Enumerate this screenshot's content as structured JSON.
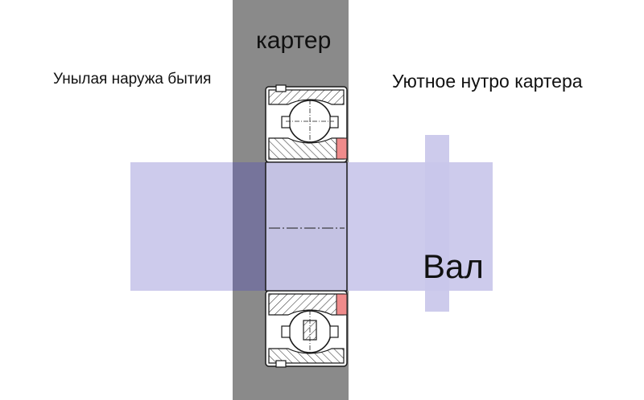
{
  "labels": {
    "housing": "картер",
    "outside": "Унылая наружа бытия",
    "inside": "Уютное нутро картера",
    "shaft": "Вал"
  },
  "colors": {
    "housing": "#8a8a8a",
    "shaft": "#c9c7ea",
    "overlap": "#6e6c92",
    "bearing_ring": "#ffffff",
    "hatch": "#333333",
    "highlight": "#ef8b8b",
    "outline": "#1a1a1a"
  }
}
